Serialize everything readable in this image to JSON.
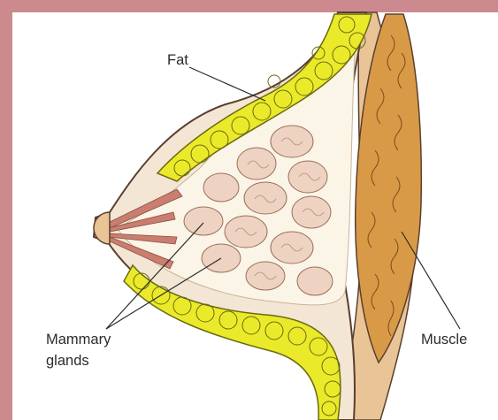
{
  "labels": {
    "fat": "Fat",
    "mammary": "Mammary",
    "glands": "glands",
    "muscle": "Muscle"
  },
  "colors": {
    "frame": "#cd8a8e",
    "background": "#ffffff",
    "fat": "#eaea2a",
    "lobule": "#eed3c2",
    "muscle": "#d99a48",
    "skin": "#e9c496",
    "duct": "#c97e70",
    "outline": "#5a3f2e"
  }
}
